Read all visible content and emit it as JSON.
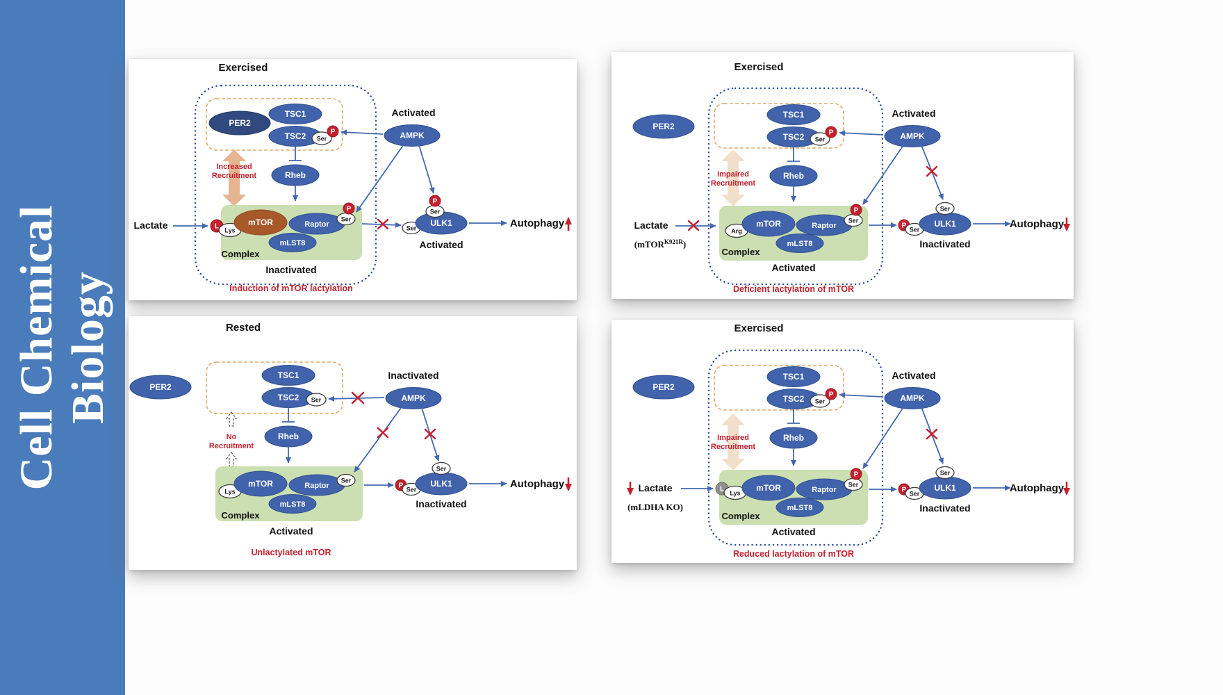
{
  "journal": {
    "line1": "Cell Chemical",
    "line2": "Biology"
  },
  "shared": {
    "per2": "PER2",
    "tsc1": "TSC1",
    "tsc2": "TSC2",
    "ser": "Ser",
    "p": "P",
    "ampk": "AMPK",
    "rheb": "Rheb",
    "mtor": "mTOR",
    "raptor": "Raptor",
    "mlst8": "mLST8",
    "complex": "Complex",
    "ulk1": "ULK1",
    "lys": "Lys",
    "arg": "Arg",
    "l": "L",
    "lactate": "Lactate",
    "autophagy": "Autophagy"
  },
  "p1": {
    "title": "Exercised",
    "ampk_state": "Activated",
    "recruit1": "Increased",
    "recruit2": "Recruitment",
    "complex_state": "Inactivated",
    "ulk1_state": "Activated",
    "caption": "Induction of mTOR lactylation"
  },
  "p2": {
    "title": "Exercised",
    "ampk_state": "Activated",
    "recruit1": "Impaired",
    "recruit2": "Recruitment",
    "complex_state": "Activated",
    "ulk1_state": "Inactivated",
    "caption": "Deficient lactylation of mTOR",
    "mut_pre": "(mTOR",
    "mut_sup": "K921R",
    "mut_post": ")"
  },
  "p3": {
    "title": "Rested",
    "ampk_state": "Inactivated",
    "recruit1": "No",
    "recruit2": "Recruitment",
    "complex_state": "Activated",
    "ulk1_state": "Inactivated",
    "caption": "Unlactylated mTOR"
  },
  "p4": {
    "title": "Exercised",
    "ampk_state": "Activated",
    "recruit1": "Impaired",
    "recruit2": "Recruitment",
    "complex_state": "Activated",
    "ulk1_state": "Inactivated",
    "caption": "Reduced lactylation of mTOR",
    "ko_note": "(mLDHA KO)"
  }
}
